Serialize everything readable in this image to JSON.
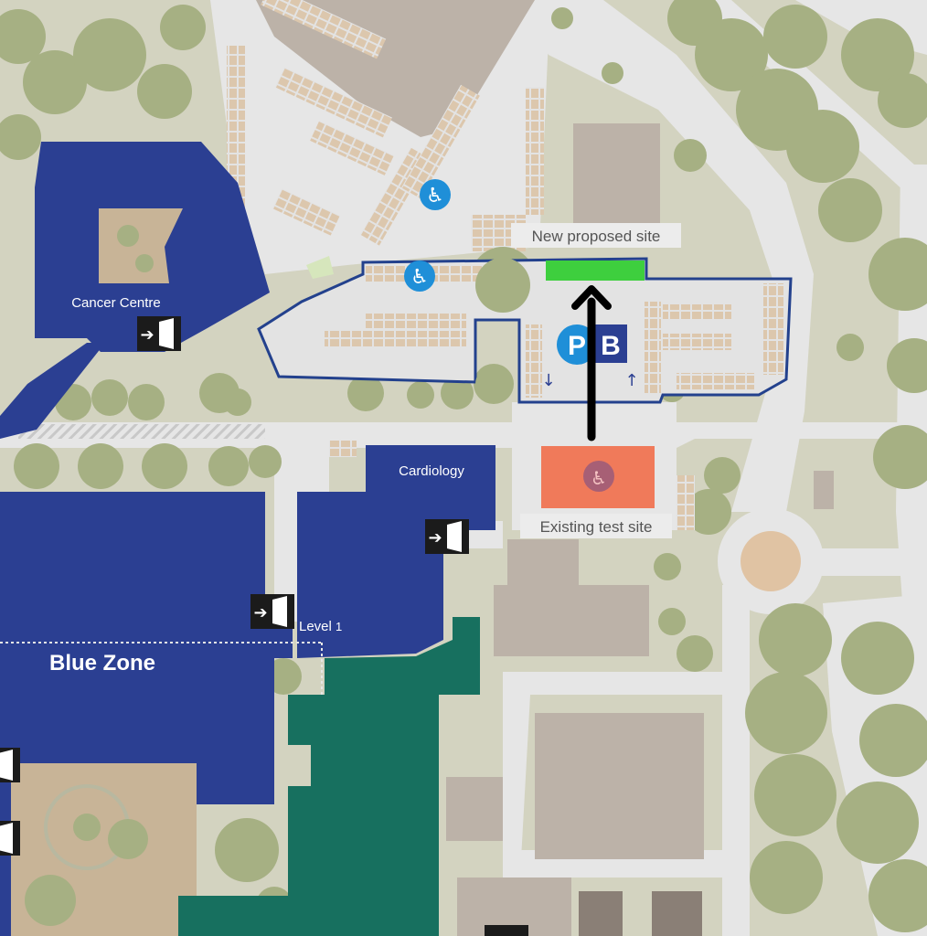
{
  "map": {
    "labels": {
      "cancer_centre": "Cancer Centre",
      "cardiology": "Cardiology",
      "level": "Level",
      "level_num": "1",
      "blue_zone": "Blue Zone",
      "new_site": "New proposed site",
      "existing_site": "Existing test site",
      "parking_p": "P",
      "parking_b": "B"
    },
    "icons": [
      "accessible-parking-icon",
      "entrance-icon",
      "one-way-arrow-icon"
    ],
    "colors": {
      "ground": "#d3d3c0",
      "road": "#e6e6e6",
      "building_blue": "#2b3f92",
      "building_green": "#17705f",
      "building_grey": "#bcb2a8",
      "tree": "#a6b083",
      "parking_bay": "#dcc7ad",
      "proposed_site": "#3ecf3e",
      "existing_site": "#f07a5a",
      "outline": "#1e3a8a",
      "access_blue": "#1f8fd8"
    }
  }
}
